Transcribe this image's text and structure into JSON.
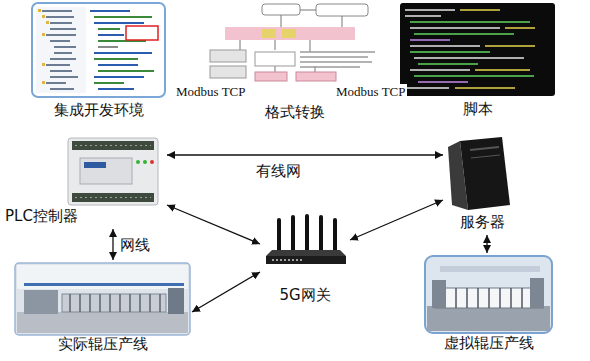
{
  "diagram": {
    "nodes": [
      {
        "text": [
          "集成开发环境"
        ]
      },
      {
        "text": [
          "格式转换"
        ]
      },
      {
        "text": [
          "脚本"
        ]
      },
      {
        "text": [
          "PLC控制器"
        ]
      },
      {
        "text": [
          "服务器"
        ]
      },
      {
        "text": [
          "5G网关"
        ]
      },
      {
        "text": [
          "实际辊压产线"
        ]
      },
      {
        "text": [
          "虚拟辊压产线"
        ]
      }
    ],
    "edges": [
      {
        "from": 3,
        "to": 4,
        "arrow": "both",
        "label": "有线网"
      },
      {
        "from": 3,
        "to": 6,
        "arrow": "both",
        "label": "网线"
      },
      {
        "from": 3,
        "to": 5,
        "arrow": "both"
      },
      {
        "from": 4,
        "to": 5,
        "arrow": "both"
      },
      {
        "from": 5,
        "to": 6,
        "arrow": "both"
      },
      {
        "from": 4,
        "to": 7,
        "arrow": "both"
      }
    ],
    "labels": [
      "Modbus TCP",
      "Modbus TCP"
    ]
  }
}
